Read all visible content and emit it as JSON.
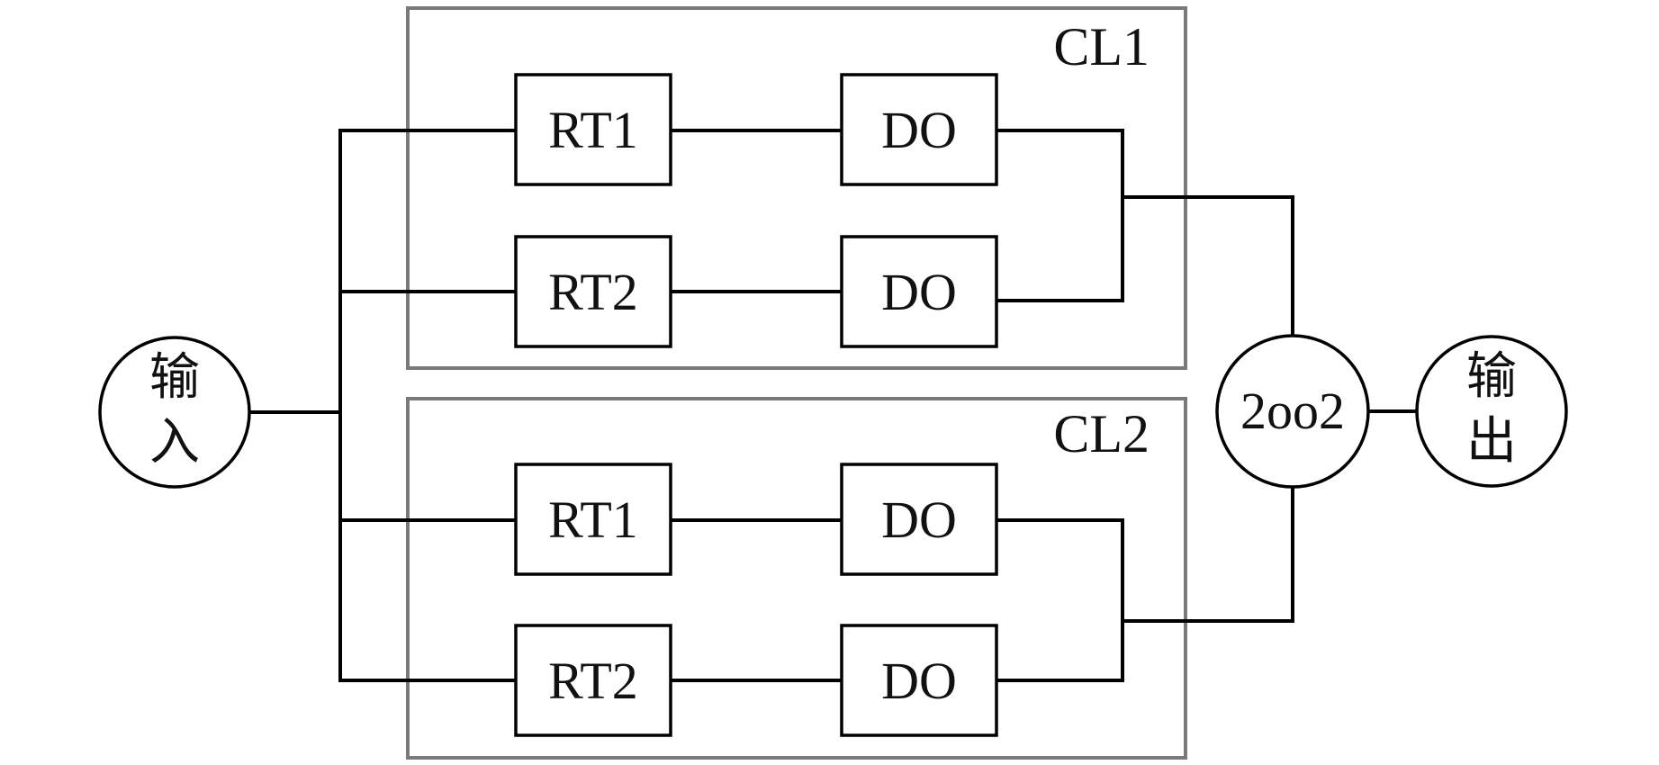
{
  "input": {
    "line1": "输",
    "line2": "入"
  },
  "output": {
    "line1": "输",
    "line2": "出"
  },
  "voter": {
    "label": "2oo2"
  },
  "channels": [
    {
      "label": "CL1",
      "branches": [
        {
          "rt": "RT1",
          "do": "DO"
        },
        {
          "rt": "RT2",
          "do": "DO"
        }
      ]
    },
    {
      "label": "CL2",
      "branches": [
        {
          "rt": "RT1",
          "do": "DO"
        },
        {
          "rt": "RT2",
          "do": "DO"
        }
      ]
    }
  ]
}
